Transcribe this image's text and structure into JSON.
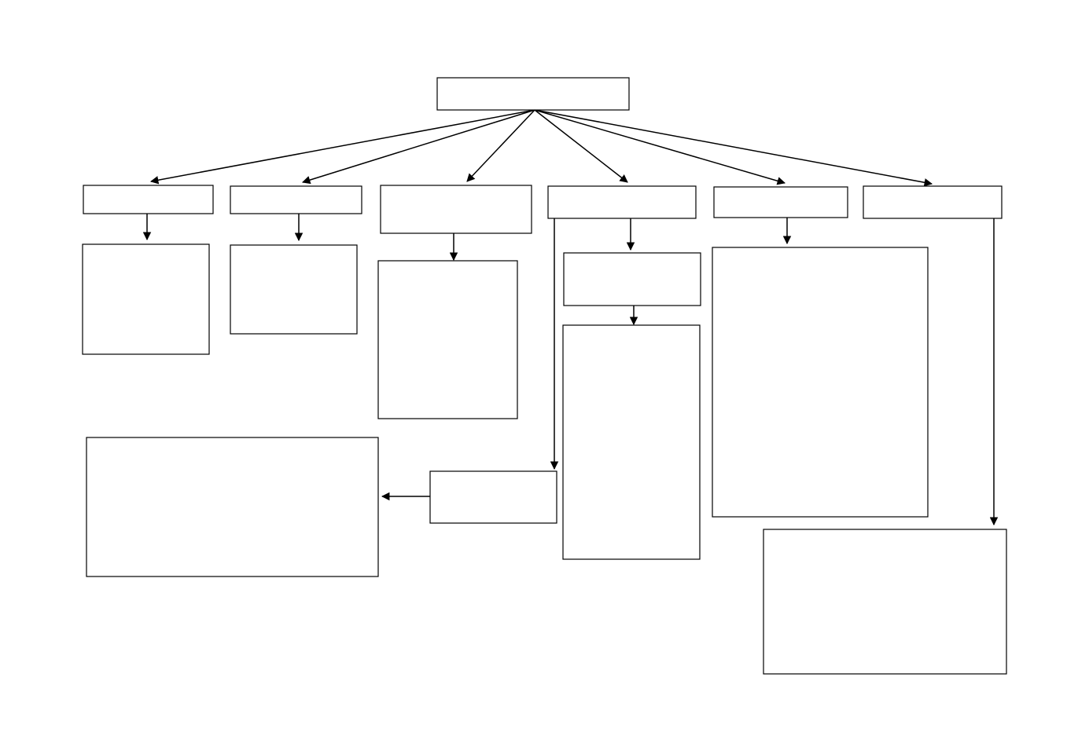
{
  "diagram": {
    "type": "flowchart",
    "colors": {
      "background": "#ffffff",
      "stroke": "#000000"
    },
    "nodes": [
      {
        "id": "root",
        "label": ""
      },
      {
        "id": "branch-1",
        "label": ""
      },
      {
        "id": "branch-2",
        "label": ""
      },
      {
        "id": "branch-3",
        "label": ""
      },
      {
        "id": "branch-4",
        "label": ""
      },
      {
        "id": "branch-5",
        "label": ""
      },
      {
        "id": "branch-6",
        "label": ""
      },
      {
        "id": "detail-1",
        "label": ""
      },
      {
        "id": "detail-2",
        "label": ""
      },
      {
        "id": "detail-3",
        "label": ""
      },
      {
        "id": "sub-4a",
        "label": ""
      },
      {
        "id": "detail-4a",
        "label": ""
      },
      {
        "id": "sub-4b",
        "label": ""
      },
      {
        "id": "summary-left",
        "label": ""
      },
      {
        "id": "detail-5",
        "label": ""
      },
      {
        "id": "detail-6",
        "label": ""
      }
    ],
    "edges": [
      {
        "from": "root",
        "to": "branch-1"
      },
      {
        "from": "root",
        "to": "branch-2"
      },
      {
        "from": "root",
        "to": "branch-3"
      },
      {
        "from": "root",
        "to": "branch-4"
      },
      {
        "from": "root",
        "to": "branch-5"
      },
      {
        "from": "root",
        "to": "branch-6"
      },
      {
        "from": "branch-1",
        "to": "detail-1"
      },
      {
        "from": "branch-2",
        "to": "detail-2"
      },
      {
        "from": "branch-3",
        "to": "detail-3"
      },
      {
        "from": "branch-4",
        "to": "sub-4a"
      },
      {
        "from": "sub-4a",
        "to": "detail-4a"
      },
      {
        "from": "branch-4",
        "to": "sub-4b"
      },
      {
        "from": "sub-4b",
        "to": "summary-left"
      },
      {
        "from": "branch-5",
        "to": "detail-5"
      },
      {
        "from": "branch-6",
        "to": "detail-6"
      }
    ]
  }
}
